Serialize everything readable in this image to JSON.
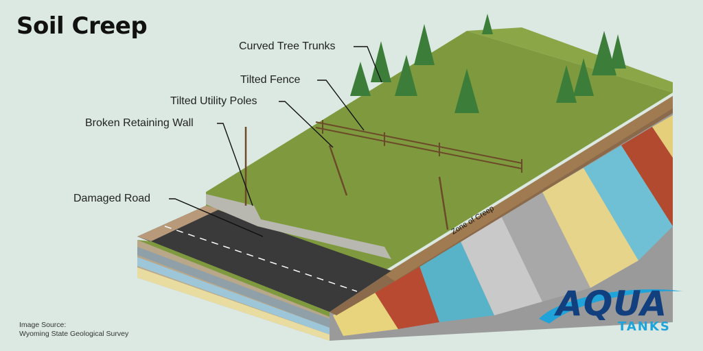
{
  "title": "Soil Creep",
  "labels": {
    "trees": "Curved Tree Trunks",
    "fence": "Tilted Fence",
    "poles": "Tilted Utility Poles",
    "wall": "Broken Retaining Wall",
    "road": "Damaged Road",
    "zone": "Zone of Creep"
  },
  "source": {
    "line1": "Image Source:",
    "line2": "Wyoming State Geological Survey"
  },
  "logo": {
    "word": "AQUA",
    "sub": "TANKS"
  },
  "colors": {
    "background": "#dbe9e2",
    "grass": "#7f9a3e",
    "road": "#3a3a3a",
    "logo_dark": "#123f7e",
    "logo_light": "#1fa3d9"
  }
}
